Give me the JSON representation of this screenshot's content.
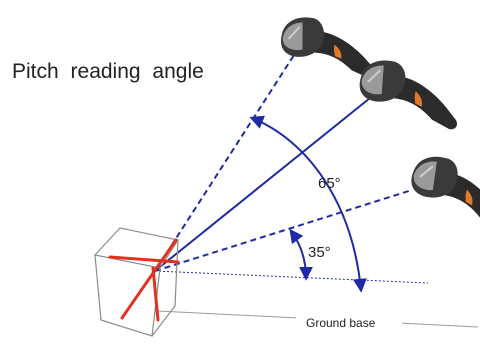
{
  "diagram": {
    "title": "Pitch reading angle",
    "angle_large": "65°",
    "angle_small": "35°",
    "baseline_label": "Ground base"
  },
  "colors": {
    "scan_line": "#1f2aa6",
    "laser_cross": "#e4301e",
    "box_edge": "#8c8c8c",
    "scanner_body": "#2b2b2b",
    "scanner_head": "#9a9a9a",
    "scanner_trigger": "#e07a2a"
  },
  "icons": [
    "barcode-scanner-icon",
    "package-box-icon"
  ]
}
